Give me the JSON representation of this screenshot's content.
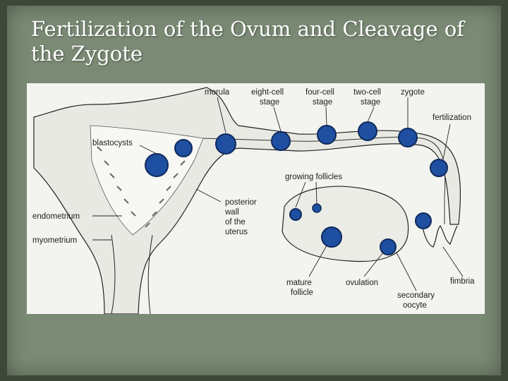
{
  "slide": {
    "title": "Fertilization of the Ovum and Cleavage of the Zygote"
  },
  "figure": {
    "labels": {
      "morula": "morula",
      "eight_cell_1": "eight-cell",
      "eight_cell_2": "stage",
      "four_cell_1": "four-cell",
      "four_cell_2": "stage",
      "two_cell_1": "two-cell",
      "two_cell_2": "stage",
      "zygote": "zygote",
      "fertilization": "fertilization",
      "blastocysts": "blastocysts",
      "growing_follicles": "growing follicles",
      "posterior_1": "posterior",
      "posterior_2": "wall",
      "posterior_3": "of the",
      "posterior_4": "uterus",
      "endometrium": "endometrium",
      "myometrium": "myometrium",
      "mature_1": "mature",
      "mature_2": "follicle",
      "ovulation": "ovulation",
      "secondary_1": "secondary",
      "secondary_2": "oocyte",
      "fimbria": "fimbria"
    },
    "colors": {
      "cell_fill": "#1f4fa0",
      "cell_dark": "#0e2a5c",
      "outline": "#222222",
      "tissue": "#e9e9e4",
      "background": "#f3f3f0"
    }
  }
}
